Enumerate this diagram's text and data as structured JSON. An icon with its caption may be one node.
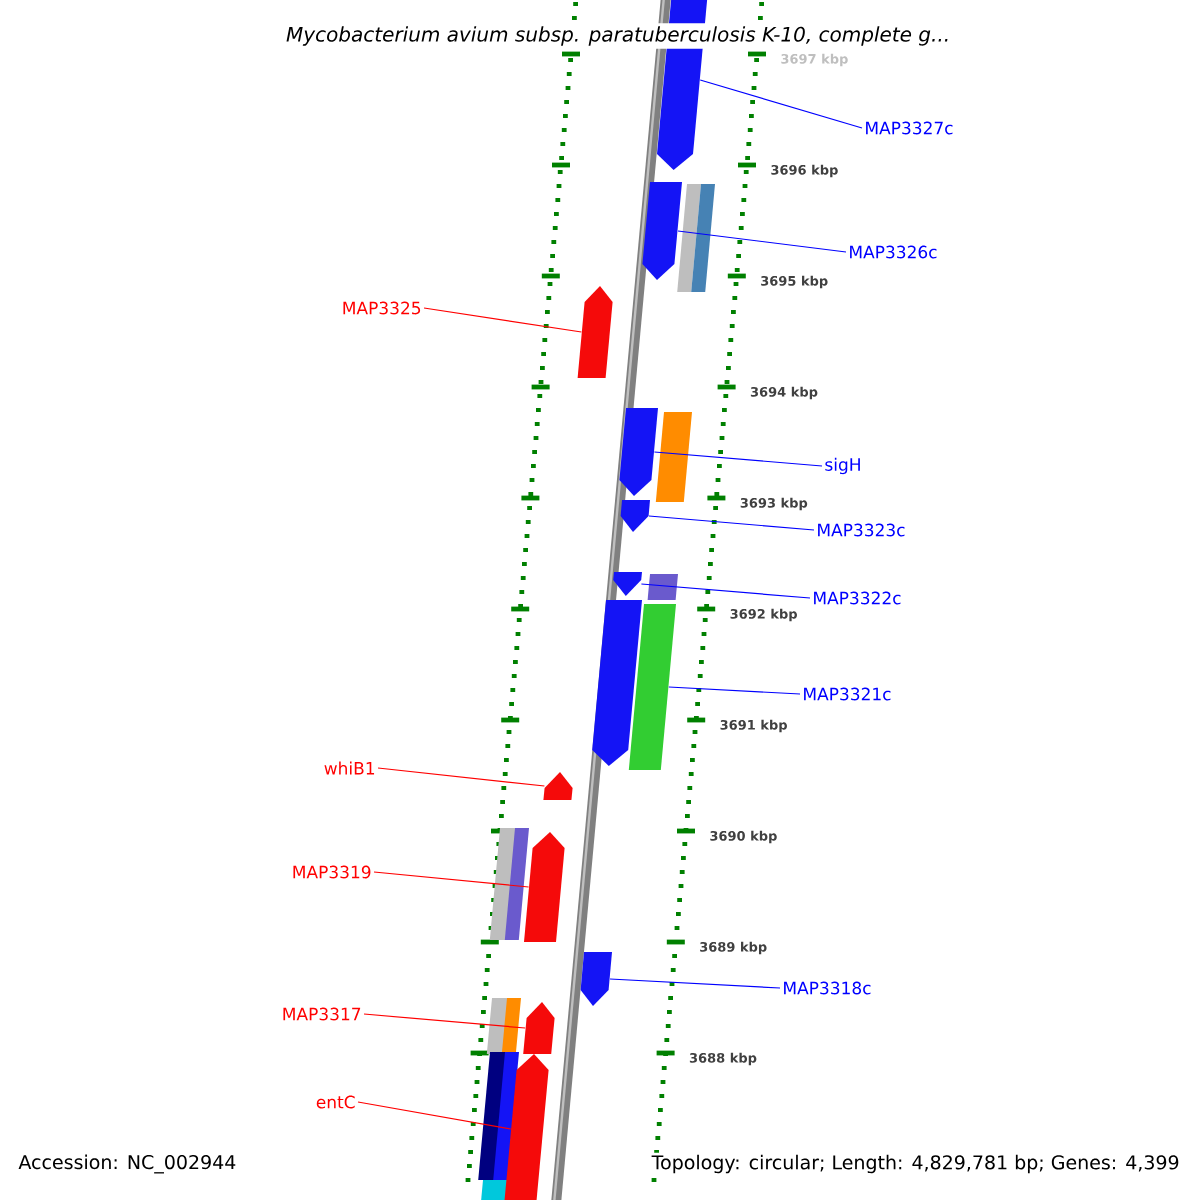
{
  "diagram": {
    "title": "Mycobacterium avium subsp. paratuberculosis K-10, complete g...",
    "nodes": [
      {
        "text": [
          "MAP3327c"
        ]
      },
      {
        "text": [
          "MAP3326c"
        ]
      },
      {
        "text": [
          "MAP3325"
        ]
      },
      {
        "text": [
          "sigH"
        ]
      },
      {
        "text": [
          "MAP3323c"
        ]
      },
      {
        "text": [
          "MAP3322c"
        ]
      },
      {
        "text": [
          "MAP3321c"
        ]
      },
      {
        "text": [
          "whiB1"
        ]
      },
      {
        "text": [
          "MAP3319"
        ]
      },
      {
        "text": [
          "MAP3318c"
        ]
      },
      {
        "text": [
          "MAP3317"
        ]
      },
      {
        "text": [
          "entC"
        ]
      },
      {
        "text": [],
        "shape": "box"
      },
      {
        "text": [],
        "shape": "box"
      },
      {
        "text": [],
        "shape": "box"
      },
      {
        "text": [],
        "shape": "box"
      },
      {
        "text": [],
        "shape": "box"
      },
      {
        "text": [],
        "shape": "box"
      },
      {
        "text": [],
        "shape": "box"
      },
      {
        "text": [],
        "shape": "box"
      },
      {
        "text": [],
        "shape": "box"
      },
      {
        "text": [],
        "shape": "box"
      },
      {
        "text": [],
        "shape": "box"
      },
      {
        "text": [],
        "shape": "box"
      },
      {
        "text": [],
        "shape": "box"
      }
    ],
    "edges": [
      {
        "from": 0,
        "to": 12,
        "arrow": "none"
      },
      {
        "from": 1,
        "to": 13,
        "arrow": "none"
      },
      {
        "from": 2,
        "to": 14,
        "arrow": "none",
        "color": "#ff0000"
      },
      {
        "from": 3,
        "to": 15,
        "arrow": "none"
      },
      {
        "from": 4,
        "to": 16,
        "arrow": "none"
      },
      {
        "from": 5,
        "to": 17,
        "arrow": "none"
      },
      {
        "from": 6,
        "to": 18,
        "arrow": "none"
      },
      {
        "from": 7,
        "to": 19,
        "arrow": "none",
        "color": "#ff0000"
      },
      {
        "from": 8,
        "to": 20,
        "arrow": "none",
        "color": "#ff0000"
      },
      {
        "from": 9,
        "to": 21,
        "arrow": "none"
      },
      {
        "from": 10,
        "to": 22,
        "arrow": "none",
        "color": "#ff0000"
      },
      {
        "from": 11,
        "to": 23,
        "arrow": "none",
        "color": "#ff0000"
      }
    ],
    "labels": [
      "3697 kbp",
      "3696 kbp",
      "3695 kbp",
      "3694 kbp",
      "3693 kbp",
      "3692 kbp",
      "3691 kbp",
      "3690 kbp",
      "3689 kbp",
      "3688 kbp",
      "Accession: NC_002944",
      "Topology: circular; Length: 4,829,781 bp; Genes: 4,399"
    ]
  }
}
